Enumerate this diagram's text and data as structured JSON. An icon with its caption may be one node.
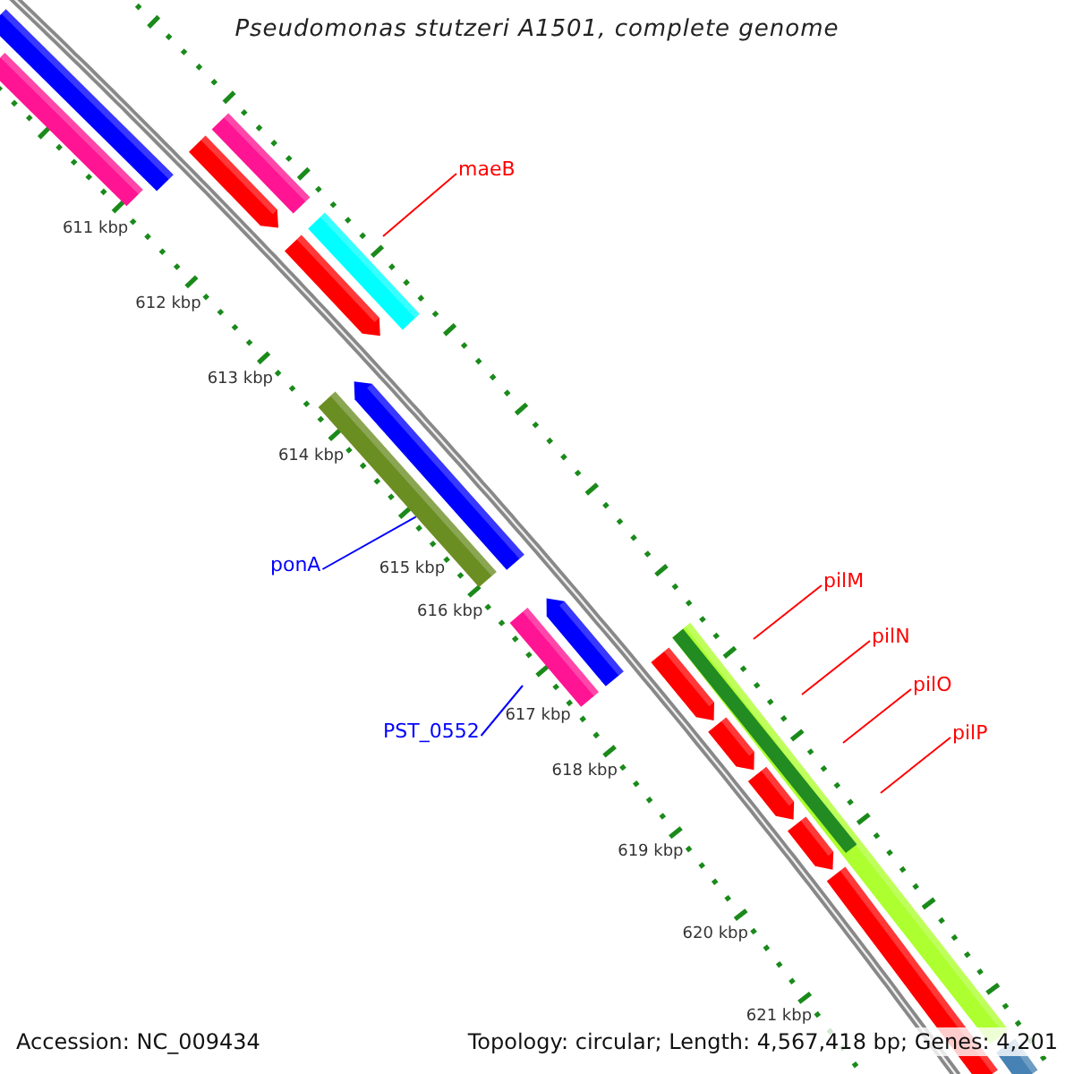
{
  "diagram": {
    "title": "Pseudomonas stutzeri A1501, complete genome",
    "nodes": [
      {
        "text": [
          "maeB"
        ]
      },
      {
        "text": [
          "ponA"
        ]
      },
      {
        "text": [
          "PST_0552"
        ]
      },
      {
        "text": [
          "pilM"
        ]
      },
      {
        "text": [
          "pilN"
        ]
      },
      {
        "text": [
          "pilO"
        ]
      },
      {
        "text": [
          "pilP"
        ]
      },
      {
        "text": [],
        "shape": "bar"
      }
    ],
    "edges": [
      {
        "from": 0,
        "to": null,
        "arrow": "none"
      },
      {
        "from": 1,
        "to": 7,
        "arrow": "none",
        "color": "#0000ff"
      },
      {
        "from": 2,
        "to": null,
        "arrow": "none",
        "color": "#0000ff"
      },
      {
        "from": 3,
        "to": null,
        "arrow": "none"
      },
      {
        "from": 4,
        "to": null,
        "arrow": "none"
      },
      {
        "from": 5,
        "to": null,
        "arrow": "none"
      },
      {
        "from": 6,
        "to": null,
        "arrow": "none"
      }
    ],
    "labels": [
      "611 kbp",
      "612 kbp",
      "613 kbp",
      "614 kbp",
      "615 kbp",
      "616 kbp",
      "617 kbp",
      "618 kbp",
      "619 kbp",
      "620 kbp",
      "621 kbp",
      "Accession: NC_009434",
      "Topology: circular; Length: 4,567,418 bp; Genes: 4,201"
    ]
  }
}
